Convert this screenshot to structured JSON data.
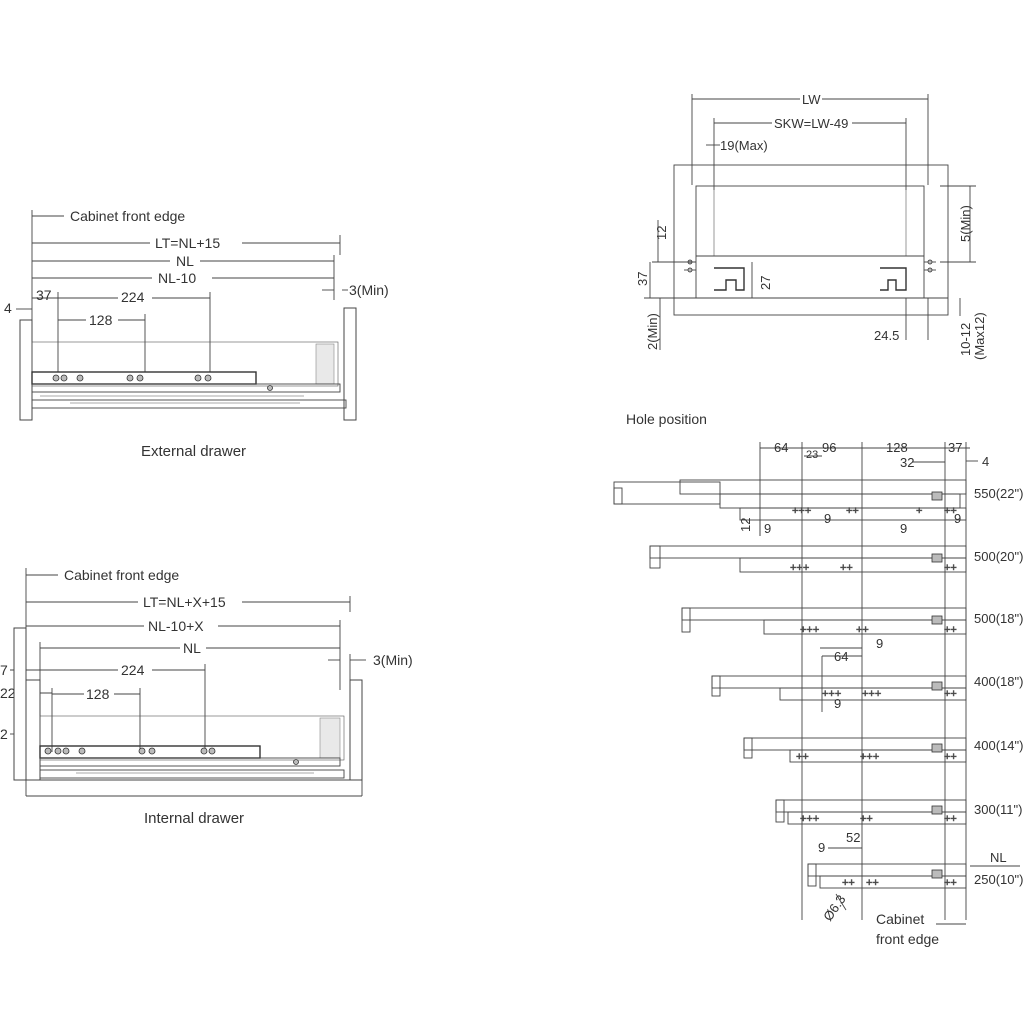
{
  "external_drawer": {
    "caption": "External drawer",
    "cabinet_front_edge": "Cabinet front edge",
    "lt": "LT=NL+15",
    "nl": "NL",
    "nl10": "NL-10",
    "d37": "37",
    "d224": "224",
    "d128": "128",
    "d4": "4",
    "min3": "3(Min)"
  },
  "internal_drawer": {
    "caption": "Internal drawer",
    "cabinet_front_edge": "Cabinet front edge",
    "lt": "LT=NL+X+15",
    "nl10x": "NL-10+X",
    "nl": "NL",
    "d224": "224",
    "d128": "128",
    "d7": "7",
    "d22": "22",
    "d2": "2",
    "min3": "3(Min)"
  },
  "section_view": {
    "lw": "LW",
    "skw": "SKW=LW-49",
    "max19": "19(Max)",
    "d12": "12",
    "d37": "37",
    "d27": "27",
    "min5": "5(Min)",
    "min2": "2(Min)",
    "d245": "24.5",
    "d1012": "10-12",
    "max12": "(Max12)"
  },
  "hole_position": {
    "title": "Hole position",
    "top": [
      "64",
      "96",
      "128",
      "37"
    ],
    "d32": "32",
    "d4": "4",
    "d23": "23",
    "d12": "12",
    "d9": "9",
    "d64": "64",
    "d52": "52",
    "dia": "Ø6.3",
    "nl": "NL",
    "cabinet": "Cabinet",
    "front_edge": "front edge",
    "sizes": [
      "550(22\")",
      "500(20\")",
      "500(18\")",
      "400(18\")",
      "400(14\")",
      "300(11\")",
      "250(10\")"
    ]
  },
  "colors": {
    "line": "#444444",
    "text": "#333333"
  }
}
